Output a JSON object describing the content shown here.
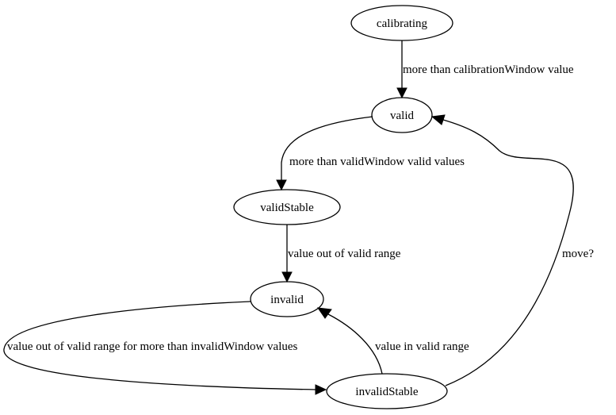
{
  "states": {
    "calibrating": "calibrating",
    "valid": "valid",
    "validStable": "validStable",
    "invalid": "invalid",
    "invalidStable": "invalidStable"
  },
  "transitions": {
    "calibrating_to_valid": "more than calibrationWindow value",
    "valid_to_validStable": "more than validWindow valid values",
    "validStable_to_invalid": "value out of valid range",
    "invalid_to_invalidStable": "value out of valid range for more than invalidWindow values",
    "invalidStable_to_invalid": "value in valid range",
    "invalidStable_to_valid": "move?"
  }
}
